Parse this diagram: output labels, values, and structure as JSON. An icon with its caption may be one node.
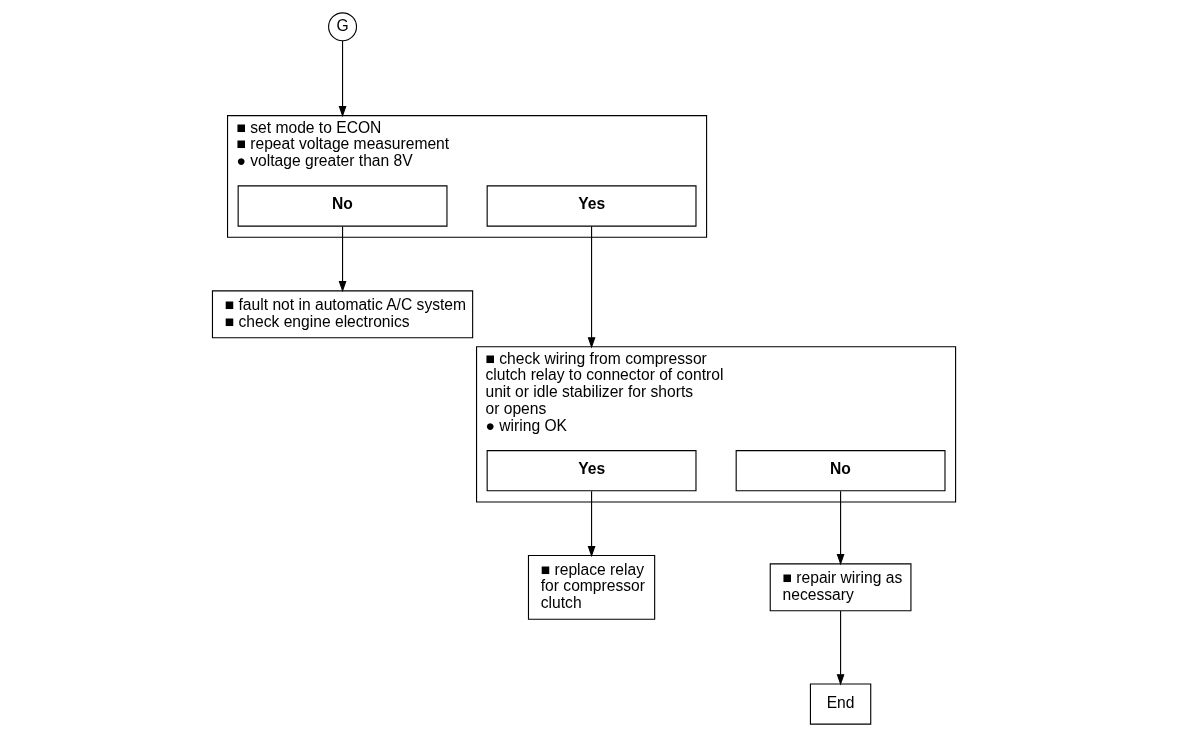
{
  "diagram": {
    "nodes": [
      {
        "text": [
          "G"
        ]
      },
      {
        "text": [
          "■ set mode to ECON",
          "■ repeat voltage measurement",
          "● voltage greater than 8V"
        ]
      },
      {
        "text": [
          "No"
        ],
        "in": 1
      },
      {
        "text": [
          "Yes"
        ],
        "in": 1
      },
      {
        "text": [
          "■ fault not in automatic A/C system",
          "■ check engine electronics"
        ]
      },
      {
        "text": [
          "■ check wiring from compressor clutch relay to connector of control unit or idle stabilizer for shorts or opens",
          "● wiring OK"
        ]
      },
      {
        "text": [
          "Yes"
        ],
        "in": 5
      },
      {
        "text": [
          "No"
        ],
        "in": 5
      },
      {
        "text": [
          "■ replace relay for compressor clutch"
        ]
      },
      {
        "text": [
          "■ repair wiring as necessary"
        ]
      },
      {
        "text": [
          "End"
        ]
      }
    ],
    "edges": [
      {
        "from": 0,
        "to": 1,
        "arrow": "to"
      },
      {
        "from": 2,
        "to": 4,
        "arrow": "to"
      },
      {
        "from": 3,
        "to": 5,
        "arrow": "to"
      },
      {
        "from": 6,
        "to": 8,
        "arrow": "to"
      },
      {
        "from": 7,
        "to": 9,
        "arrow": "to"
      },
      {
        "from": 9,
        "to": 10,
        "arrow": "to"
      }
    ]
  }
}
